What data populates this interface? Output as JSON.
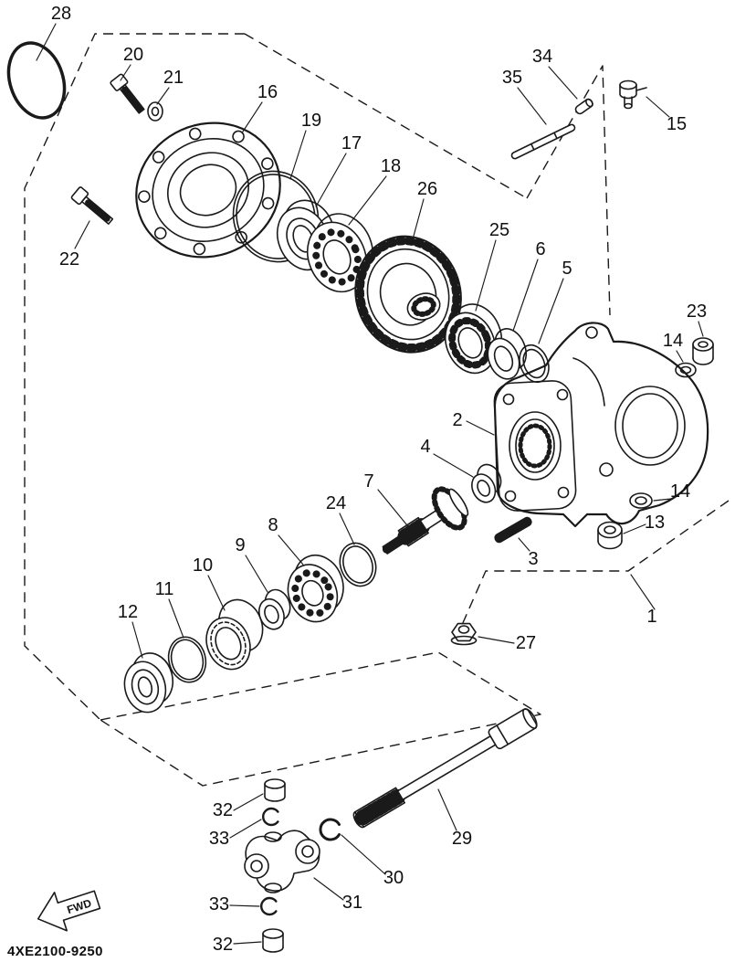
{
  "diagram": {
    "code": "4XE2100-9250",
    "fwd_label": "FWD"
  },
  "callouts": [
    {
      "label": "28"
    },
    {
      "label": "20"
    },
    {
      "label": "21"
    },
    {
      "label": "16"
    },
    {
      "label": "19"
    },
    {
      "label": "17"
    },
    {
      "label": "18"
    },
    {
      "label": "26"
    },
    {
      "label": "35"
    },
    {
      "label": "34"
    },
    {
      "label": "15"
    },
    {
      "label": "25"
    },
    {
      "label": "6"
    },
    {
      "label": "5"
    },
    {
      "label": "23"
    },
    {
      "label": "14"
    },
    {
      "label": "22"
    },
    {
      "label": "2"
    },
    {
      "label": "4"
    },
    {
      "label": "7"
    },
    {
      "label": "24"
    },
    {
      "label": "8"
    },
    {
      "label": "9"
    },
    {
      "label": "10"
    },
    {
      "label": "11"
    },
    {
      "label": "12"
    },
    {
      "label": "3"
    },
    {
      "label": "13"
    },
    {
      "label": "14"
    },
    {
      "label": "27"
    },
    {
      "label": "1"
    },
    {
      "label": "29"
    },
    {
      "label": "30"
    },
    {
      "label": "31"
    },
    {
      "label": "32"
    },
    {
      "label": "33"
    },
    {
      "label": "33"
    },
    {
      "label": "32"
    }
  ]
}
